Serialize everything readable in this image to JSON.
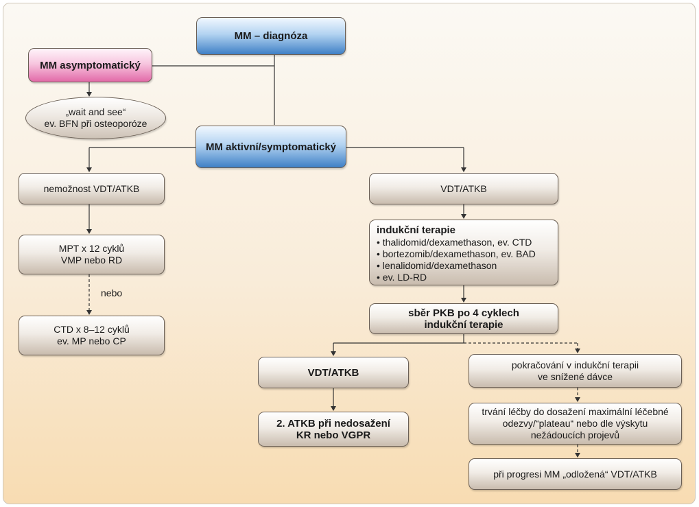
{
  "nodes": {
    "diagnosis": "MM – diagnóza",
    "asymptomatic": "MM asymptomatický",
    "wait_and_see": "„wait and see“\nev. BFN při osteoporóze",
    "active": "MM aktivní/symptomatický",
    "not_possible": "nemožnost VDT/ATKB",
    "mpt": "MPT x 12 cyklů\nVMP nebo RD",
    "ctd": "CTD x 8–12 cyklů\nev. MP nebo CP",
    "vdt_atkb_right": "VDT/ATKB",
    "induction": {
      "title": "indukční terapie",
      "items": [
        "thalidomid/dexamethason, ev. CTD",
        "bortezomib/dexamethason, ev. BAD",
        "lenalidomid/dexamethason",
        "ev. LD-RD"
      ]
    },
    "collection": "sběr PKB po 4 cyklech\nindukční terapie",
    "vdt_atkb_lower": "VDT/ATKB",
    "second_atkb": "2. ATKB při nedosažení\nKR nebo VGPR",
    "continue": "pokračování v indukční terapii\nve snížené dávce",
    "duration": "trvání léčby do dosažení maximální léčebné\nodezvy/“plateau“ nebo dle výskytu\nnežádoucích projevů",
    "progression": "při progresi MM „odložená“ VDT/ATKB"
  },
  "labels": {
    "nebo": "nebo"
  },
  "colors": {
    "blue_accent": "#3f80c6",
    "pink_accent": "#e26aa8",
    "box_base": "#c9bcae",
    "line": "#333333"
  }
}
